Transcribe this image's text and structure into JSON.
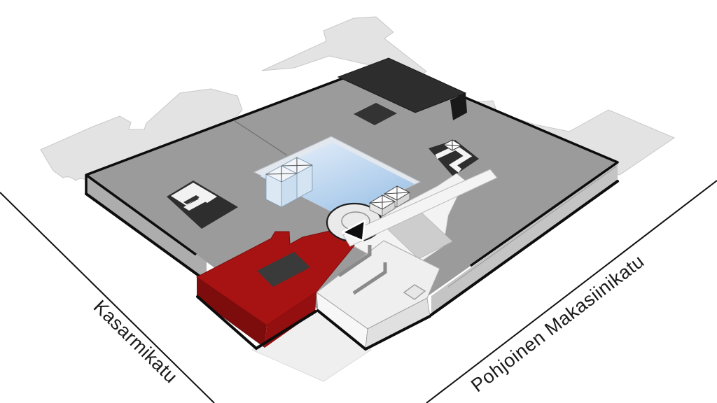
{
  "diagram": {
    "title": "Axonometric site massing diagram",
    "streets": {
      "left": {
        "label": "Kasarmikatu"
      },
      "right": {
        "label": "Pohjoinen Makasiinikatu"
      }
    },
    "colors": {
      "outline": "#111111",
      "roof_gray": "#9B9B9B",
      "roof_face_left": "#ADADAD",
      "roof_face_right": "#C4C4C4",
      "context_gray": "#E3E3E3",
      "dark_volume": "#2D2D2D",
      "highlight_red_top": "#A61312",
      "highlight_red_side": "#7D0C0D",
      "highlight_red_front": "#930F10",
      "courtyard_blue_light": "#DEEAF8",
      "courtyard_blue_deep": "#A3C6E8",
      "white_building": "#EFEFEF",
      "walkway_white": "#F4F4F4",
      "ground_diamond": "#EFEFEF"
    },
    "icons": {
      "entrance_arrow": "black triangle pointing to courtyard entrance",
      "roof_access": "crossed-box skylight / roof access hatch",
      "stair_symbol": "dark roof patch with white stair path"
    }
  }
}
